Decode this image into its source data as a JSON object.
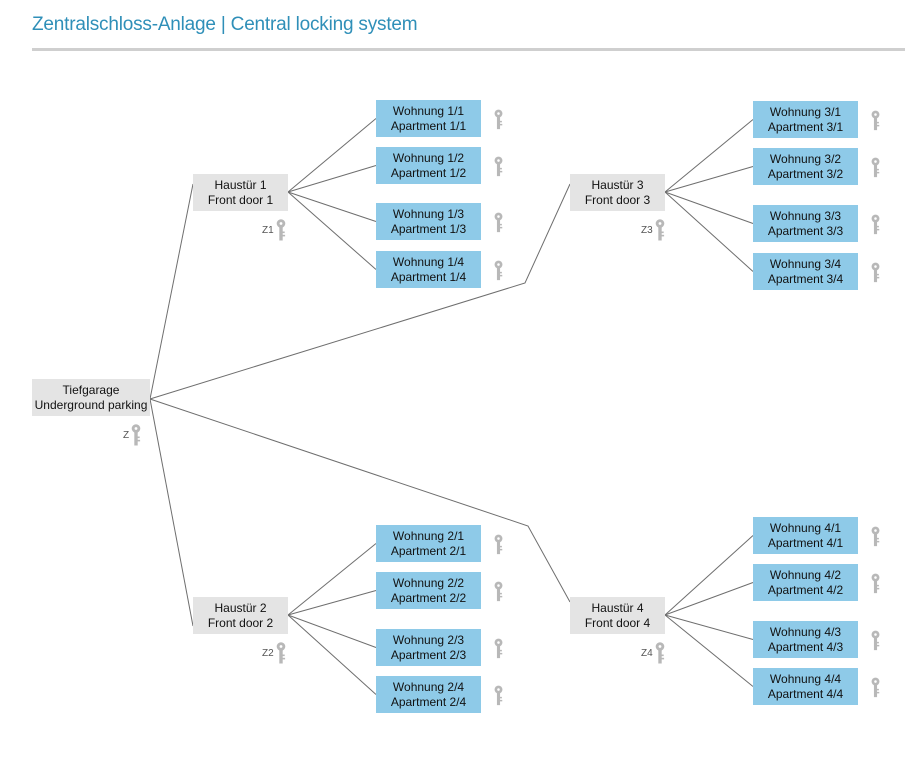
{
  "header": {
    "title": "Zentralschloss-Anlage | Central locking system"
  },
  "colors": {
    "title": "#2f8fb8",
    "rule": "#cfcfcf",
    "gray_box": "#e4e4e4",
    "blue_box": "#8ecae8",
    "line": "#6e6e6e",
    "key": "#b8b8b8"
  },
  "icons": {
    "key": "key-icon"
  },
  "root": {
    "label_de": "Tiefgarage",
    "label_en": "Underground parking",
    "key_label": "Z"
  },
  "doors": [
    {
      "label_de": "Haustür 1",
      "label_en": "Front door 1",
      "key_label": "Z1",
      "apartments": [
        {
          "label_de": "Wohnung 1/1",
          "label_en": "Apartment 1/1"
        },
        {
          "label_de": "Wohnung 1/2",
          "label_en": "Apartment 1/2"
        },
        {
          "label_de": "Wohnung 1/3",
          "label_en": "Apartment 1/3"
        },
        {
          "label_de": "Wohnung 1/4",
          "label_en": "Apartment 1/4"
        }
      ]
    },
    {
      "label_de": "Haustür 2",
      "label_en": "Front door 2",
      "key_label": "Z2",
      "apartments": [
        {
          "label_de": "Wohnung 2/1",
          "label_en": "Apartment 2/1"
        },
        {
          "label_de": "Wohnung 2/2",
          "label_en": "Apartment 2/2"
        },
        {
          "label_de": "Wohnung 2/3",
          "label_en": "Apartment 2/3"
        },
        {
          "label_de": "Wohnung 2/4",
          "label_en": "Apartment 2/4"
        }
      ]
    },
    {
      "label_de": "Haustür 3",
      "label_en": "Front door 3",
      "key_label": "Z3",
      "apartments": [
        {
          "label_de": "Wohnung 3/1",
          "label_en": "Apartment 3/1"
        },
        {
          "label_de": "Wohnung 3/2",
          "label_en": "Apartment 3/2"
        },
        {
          "label_de": "Wohnung 3/3",
          "label_en": "Apartment 3/3"
        },
        {
          "label_de": "Wohnung 3/4",
          "label_en": "Apartment 3/4"
        }
      ]
    },
    {
      "label_de": "Haustür 4",
      "label_en": "Front door 4",
      "key_label": "Z4",
      "apartments": [
        {
          "label_de": "Wohnung 4/1",
          "label_en": "Apartment 4/1"
        },
        {
          "label_de": "Wohnung 4/2",
          "label_en": "Apartment 4/2"
        },
        {
          "label_de": "Wohnung 4/3",
          "label_en": "Apartment 4/3"
        },
        {
          "label_de": "Wohnung 4/4",
          "label_en": "Apartment 4/4"
        }
      ]
    }
  ]
}
